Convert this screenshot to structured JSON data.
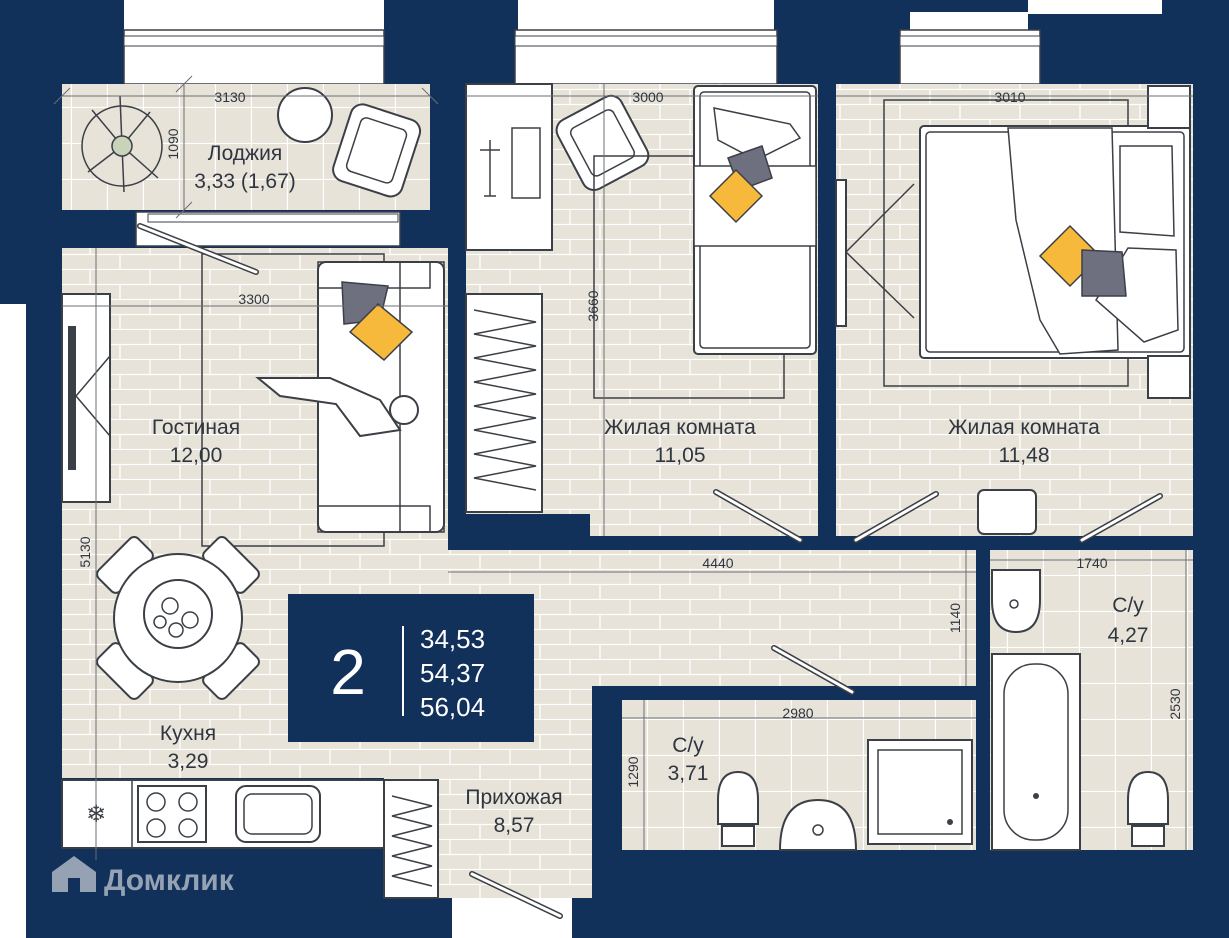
{
  "brand": {
    "name": "Домклик",
    "logo_icon": "house-logo-icon"
  },
  "colors": {
    "wall": "#11305a",
    "floor": "#e8e3d8",
    "tile_line": "#ffffff",
    "accent_yellow": "#f6b93b",
    "accent_gray": "#6e7080",
    "text": "#2f3640"
  },
  "summary": {
    "rooms": "2",
    "living_area": "34,53",
    "total_area": "54,37",
    "area_with_loggia": "56,04"
  },
  "rooms": {
    "loggia": {
      "name": "Лоджия",
      "area": "3,33 (1,67)"
    },
    "living": {
      "name": "Гостиная",
      "area": "12,00"
    },
    "kitchen": {
      "name": "Кухня",
      "area": "3,29"
    },
    "bedroom1": {
      "name": "Жилая комната",
      "area": "11,05"
    },
    "bedroom2": {
      "name": "Жилая комната",
      "area": "11,48"
    },
    "bath_small": {
      "name": "С/у",
      "area": "3,71"
    },
    "bath_large": {
      "name": "С/у",
      "area": "4,27"
    },
    "hallway": {
      "name": "Прихожая",
      "area": "8,57"
    }
  },
  "dimensions": {
    "loggia_width": "3130",
    "loggia_depth": "1090",
    "living_width": "3300",
    "living_kitchen_depth": "5130",
    "bedroom1_width": "3000",
    "bedroom1_depth": "3660",
    "bedroom2_width": "3010",
    "corridor_length": "4440",
    "corridor_depth": "1140",
    "bath_large_width": "1740",
    "bath_large_depth": "2530",
    "bath_small_width": "2980",
    "bath_small_depth": "1290"
  },
  "icons": {
    "fridge": "snowflake-icon"
  }
}
